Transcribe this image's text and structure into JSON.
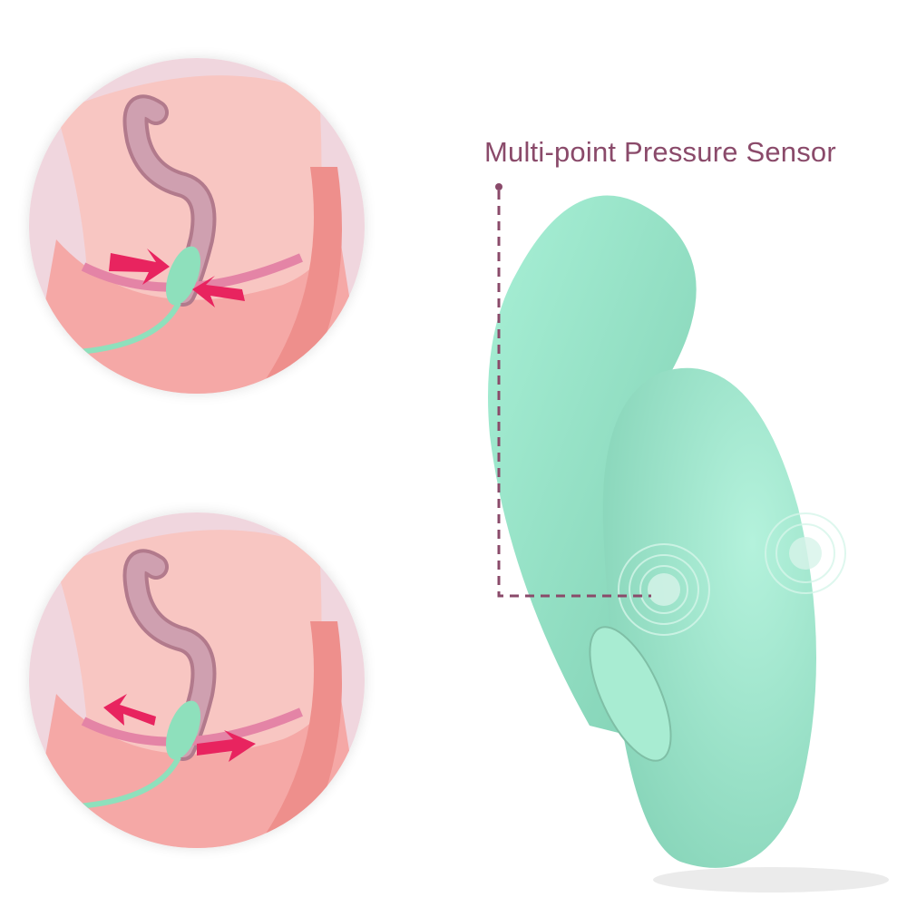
{
  "callout": {
    "label": "Multi-point Pressure Sensor",
    "color": "#8a4a6a"
  },
  "illustrations": [
    {
      "name": "contracted-pelvic-floor",
      "arrows": "inward"
    },
    {
      "name": "relaxed-pelvic-floor",
      "arrows": "outward"
    }
  ],
  "colors": {
    "device": "#9ee6cc",
    "skin_pink": "#f8c6c2",
    "arrow": "#e8245f",
    "organ": "#c8909e"
  }
}
